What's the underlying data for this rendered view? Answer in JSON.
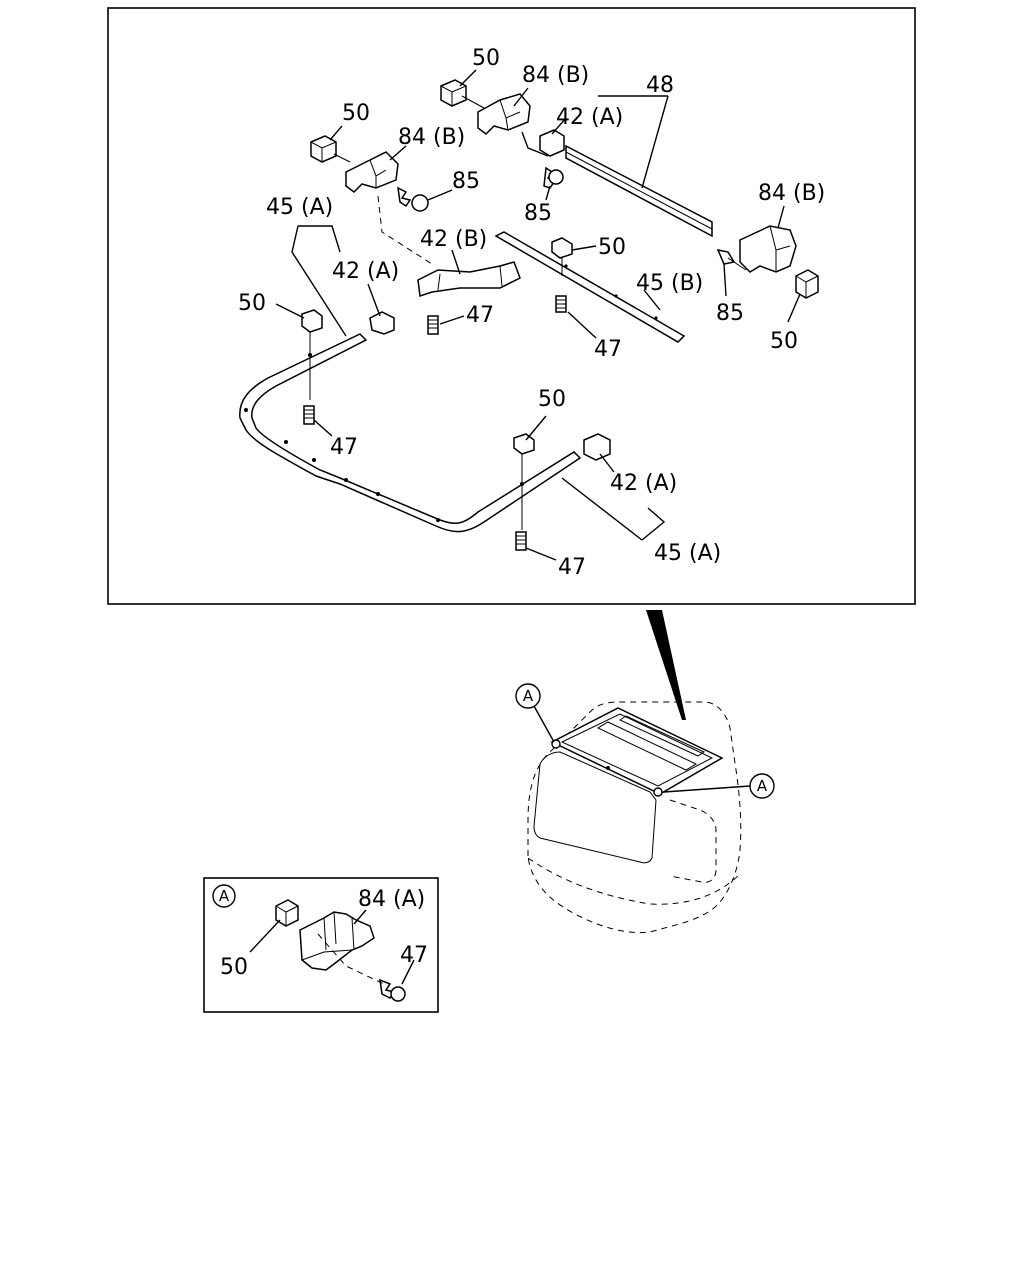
{
  "main_view": {
    "labels": [
      {
        "id": "main-50-a",
        "text": "50"
      },
      {
        "id": "main-84b-a",
        "text": "84 (B)"
      },
      {
        "id": "main-48",
        "text": "48"
      },
      {
        "id": "main-42a-a",
        "text": "42 (A)"
      },
      {
        "id": "main-50-b",
        "text": "50"
      },
      {
        "id": "main-84b-b",
        "text": "84 (B)"
      },
      {
        "id": "main-85-a",
        "text": "85"
      },
      {
        "id": "main-85-b",
        "text": "85"
      },
      {
        "id": "main-84b-c",
        "text": "84 (B)"
      },
      {
        "id": "main-45a-a",
        "text": "45 (A)"
      },
      {
        "id": "main-42b",
        "text": "42 (B)"
      },
      {
        "id": "main-50-c",
        "text": "50"
      },
      {
        "id": "main-42a-b",
        "text": "42 (A)"
      },
      {
        "id": "main-50-d",
        "text": "50"
      },
      {
        "id": "main-47-a",
        "text": "47"
      },
      {
        "id": "main-45b",
        "text": "45 (B)"
      },
      {
        "id": "main-85-c",
        "text": "85"
      },
      {
        "id": "main-47-b",
        "text": "47"
      },
      {
        "id": "main-50-e",
        "text": "50"
      },
      {
        "id": "main-50-f",
        "text": "50"
      },
      {
        "id": "main-47-c",
        "text": "47"
      },
      {
        "id": "main-42a-c",
        "text": "42 (A)"
      },
      {
        "id": "main-45a-b",
        "text": "45 (A)"
      },
      {
        "id": "main-47-d",
        "text": "47"
      }
    ]
  },
  "vehicle_view": {
    "callout_left": "A",
    "callout_right": "A"
  },
  "detail_a": {
    "marker": "A",
    "labels": [
      {
        "id": "det-84a",
        "text": "84 (A)"
      },
      {
        "id": "det-50",
        "text": "50"
      },
      {
        "id": "det-47",
        "text": "47"
      }
    ]
  }
}
